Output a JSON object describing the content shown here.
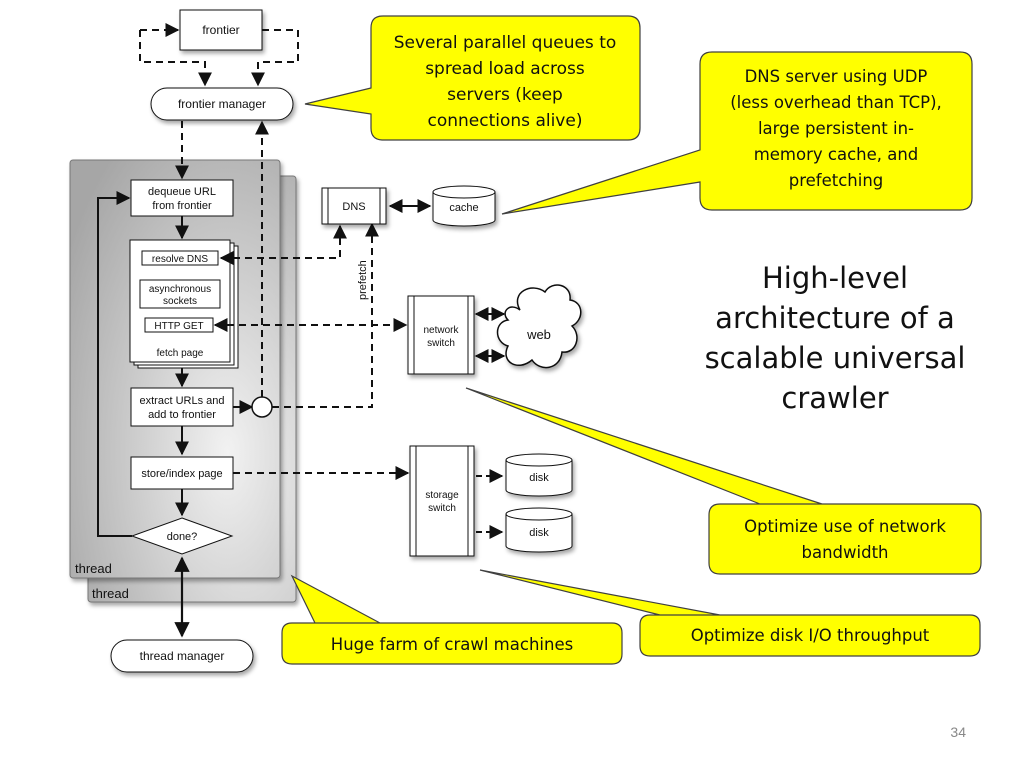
{
  "slide": {
    "title_lines": [
      "High-level",
      "architecture of a",
      "scalable universal",
      "crawler"
    ],
    "slide_number": "34"
  },
  "diagram": {
    "frontier": "frontier",
    "frontier_manager": "frontier manager",
    "dequeue_url": [
      "dequeue URL",
      "from frontier"
    ],
    "resolve_dns": "resolve DNS",
    "async_sockets": [
      "asynchronous",
      "sockets"
    ],
    "http_get": "HTTP GET",
    "fetch_page": "fetch page",
    "extract_urls": [
      "extract URLs and",
      "add to frontier"
    ],
    "store_index": "store/index page",
    "done": "done?",
    "thread_front": "thread",
    "thread_back": "thread",
    "thread_manager": "thread manager",
    "dns": "DNS",
    "cache": "cache",
    "prefetch": "prefetch",
    "network_switch": [
      "network",
      "switch"
    ],
    "web": "web",
    "storage_switch": [
      "storage",
      "switch"
    ],
    "disk_1": "disk",
    "disk_2": "disk"
  },
  "callouts": {
    "parallel_queues": [
      "Several parallel queues to",
      "spread load across",
      "servers (keep",
      "connections alive)"
    ],
    "dns_server": [
      "DNS server using UDP",
      "(less overhead than TCP),",
      "large persistent in-",
      "memory cache, and",
      "prefetching"
    ],
    "network_bandwidth": [
      "Optimize use of network",
      "bandwidth"
    ],
    "crawl_farm": "Huge farm of crawl machines",
    "disk_io": "Optimize disk I/O throughput"
  },
  "colors": {
    "callout_fill": "#ffff00",
    "callout_border": "#404040",
    "thread_panel": "#a9a9a9",
    "box_fill": "#ffffff",
    "line": "#111111"
  }
}
